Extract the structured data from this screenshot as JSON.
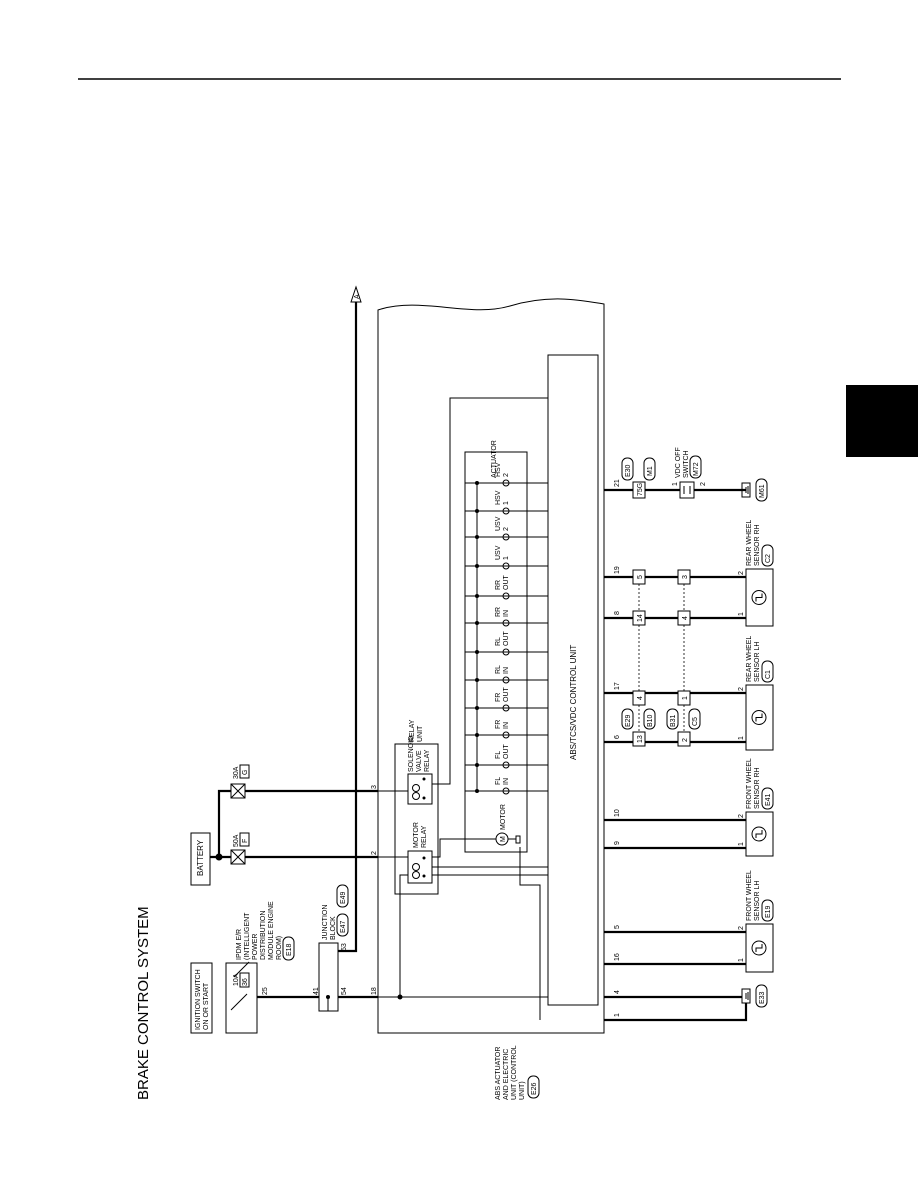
{
  "title": "BRAKE CONTROL SYSTEM",
  "ignition": [
    "IGNITION SWITCH",
    "ON OR START"
  ],
  "ipdm": {
    "lines": [
      "IPDM E/R",
      "(INTELLIGENT",
      "POWER",
      "DISTRIBUTION",
      "MODULE ENGINE",
      "ROOM)"
    ],
    "connector": "E18",
    "fuse_10a": "10A",
    "fuse_10a_no": "36",
    "pin": "25"
  },
  "battery": "BATTERY",
  "fuse_50a": {
    "amp": "50A",
    "id": "F"
  },
  "fuse_30a": {
    "amp": "30A",
    "id": "G"
  },
  "junction": {
    "lines": [
      "JUNCTION",
      "BLOCK"
    ],
    "connectors": [
      "E47",
      "E49"
    ],
    "pins": [
      "41",
      "54",
      "53"
    ]
  },
  "offpage": "A",
  "abs_unit": {
    "lines": [
      "ABS ACTUATOR",
      "AND ELECTRIC",
      "UNIT (CONTROL",
      "UNIT)"
    ],
    "connector": "E26",
    "control_label": "ABS/TCS/VDC CONTROL UNIT",
    "pins_left": [
      "18",
      "2",
      "3"
    ],
    "pins_right": [
      "1",
      "4",
      "16",
      "5",
      "9",
      "10",
      "6",
      "17",
      "8",
      "19",
      "21"
    ]
  },
  "relay_unit": [
    "RELAY",
    "UNIT"
  ],
  "motor_relay": [
    "MOTOR",
    "RELAY"
  ],
  "solenoid_relay": [
    "SOLENOID",
    "VALVE",
    "RELAY"
  ],
  "motor": "MOTOR",
  "motor_symbol": "M",
  "actuator": "ACTUATOR",
  "valves": [
    [
      "FL",
      "IN"
    ],
    [
      "FL",
      "OUT"
    ],
    [
      "FR",
      "IN"
    ],
    [
      "FR",
      "OUT"
    ],
    [
      "RL",
      "IN"
    ],
    [
      "RL",
      "OUT"
    ],
    [
      "RR",
      "IN"
    ],
    [
      "RR",
      "OUT"
    ],
    [
      "USV",
      "1"
    ],
    [
      "USV",
      "2"
    ],
    [
      "HSV",
      "1"
    ],
    [
      "HSV",
      "2"
    ]
  ],
  "sensors": [
    {
      "lines": [
        "FRONT WHEEL",
        "SENSOR LH"
      ],
      "connector": "E19",
      "pins": [
        "1",
        "2"
      ]
    },
    {
      "lines": [
        "FRONT WHEEL",
        "SENSOR RH"
      ],
      "connector": "E41",
      "pins": [
        "1",
        "2"
      ]
    },
    {
      "lines": [
        "REAR WHEEL",
        "SENSOR LH"
      ],
      "connector": "C1",
      "pins": [
        "1",
        "2"
      ]
    },
    {
      "lines": [
        "REAR WHEEL",
        "SENSOR RH"
      ],
      "connector": "C2",
      "pins": [
        "1",
        "2"
      ]
    }
  ],
  "inline_conn_1": {
    "ids": [
      "E29",
      "B10"
    ],
    "pins": [
      "13",
      "4",
      "14",
      "5"
    ]
  },
  "inline_conn_2": {
    "ids": [
      "B31",
      "C5"
    ],
    "pins": [
      "2",
      "1",
      "4",
      "3"
    ]
  },
  "vdc": {
    "lines": [
      "VDC OFF",
      "SWITCH"
    ],
    "connector": "M72",
    "pins": [
      "1",
      "2"
    ],
    "join_conns": [
      "E30",
      "M1"
    ],
    "join_pin": "75G"
  },
  "grounds": [
    "E33",
    "M61"
  ]
}
